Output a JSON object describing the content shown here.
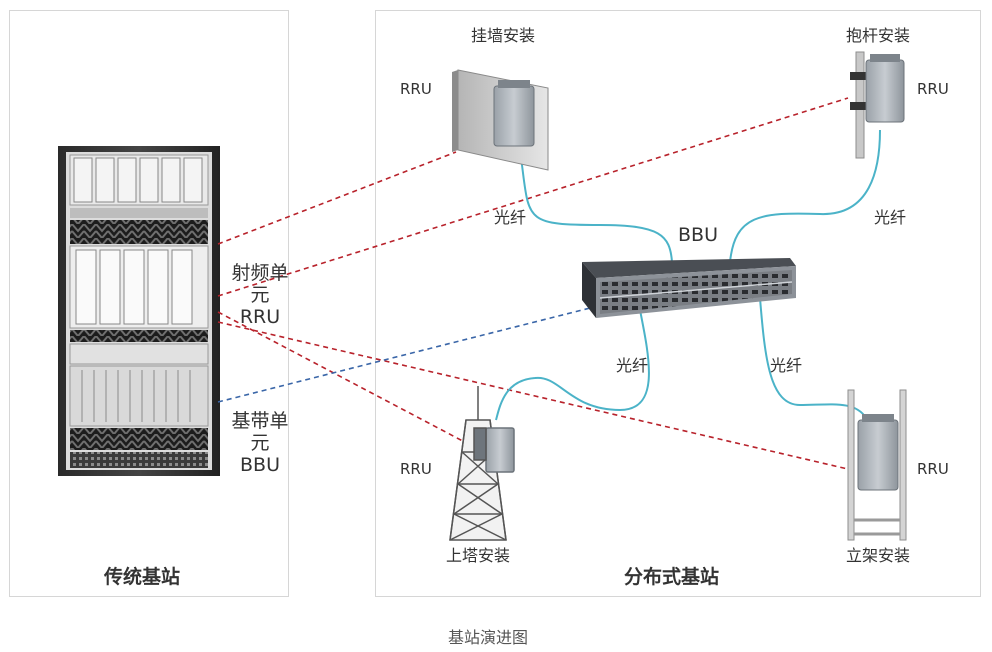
{
  "left_panel": {
    "title": "传统基站"
  },
  "right_panel": {
    "title": "分布式基站"
  },
  "caption": "基站演进图",
  "left_labels": {
    "rru_line1": "射频单元",
    "rru_line2": "RRU",
    "bbu_line1": "基带单元",
    "bbu_line2": "BBU"
  },
  "bbu_label": "BBU",
  "fiber_label": "光纤",
  "rru_label": "RRU",
  "mounts": {
    "wall": "挂墙安装",
    "pole": "抱杆安装",
    "tower": "上塔安装",
    "rack": "立架安装"
  },
  "colors": {
    "red_dashed": "#b8222b",
    "blue_dashed": "#3a66a8",
    "fiber": "#4bb3c8",
    "border": "#d6d6d6"
  }
}
